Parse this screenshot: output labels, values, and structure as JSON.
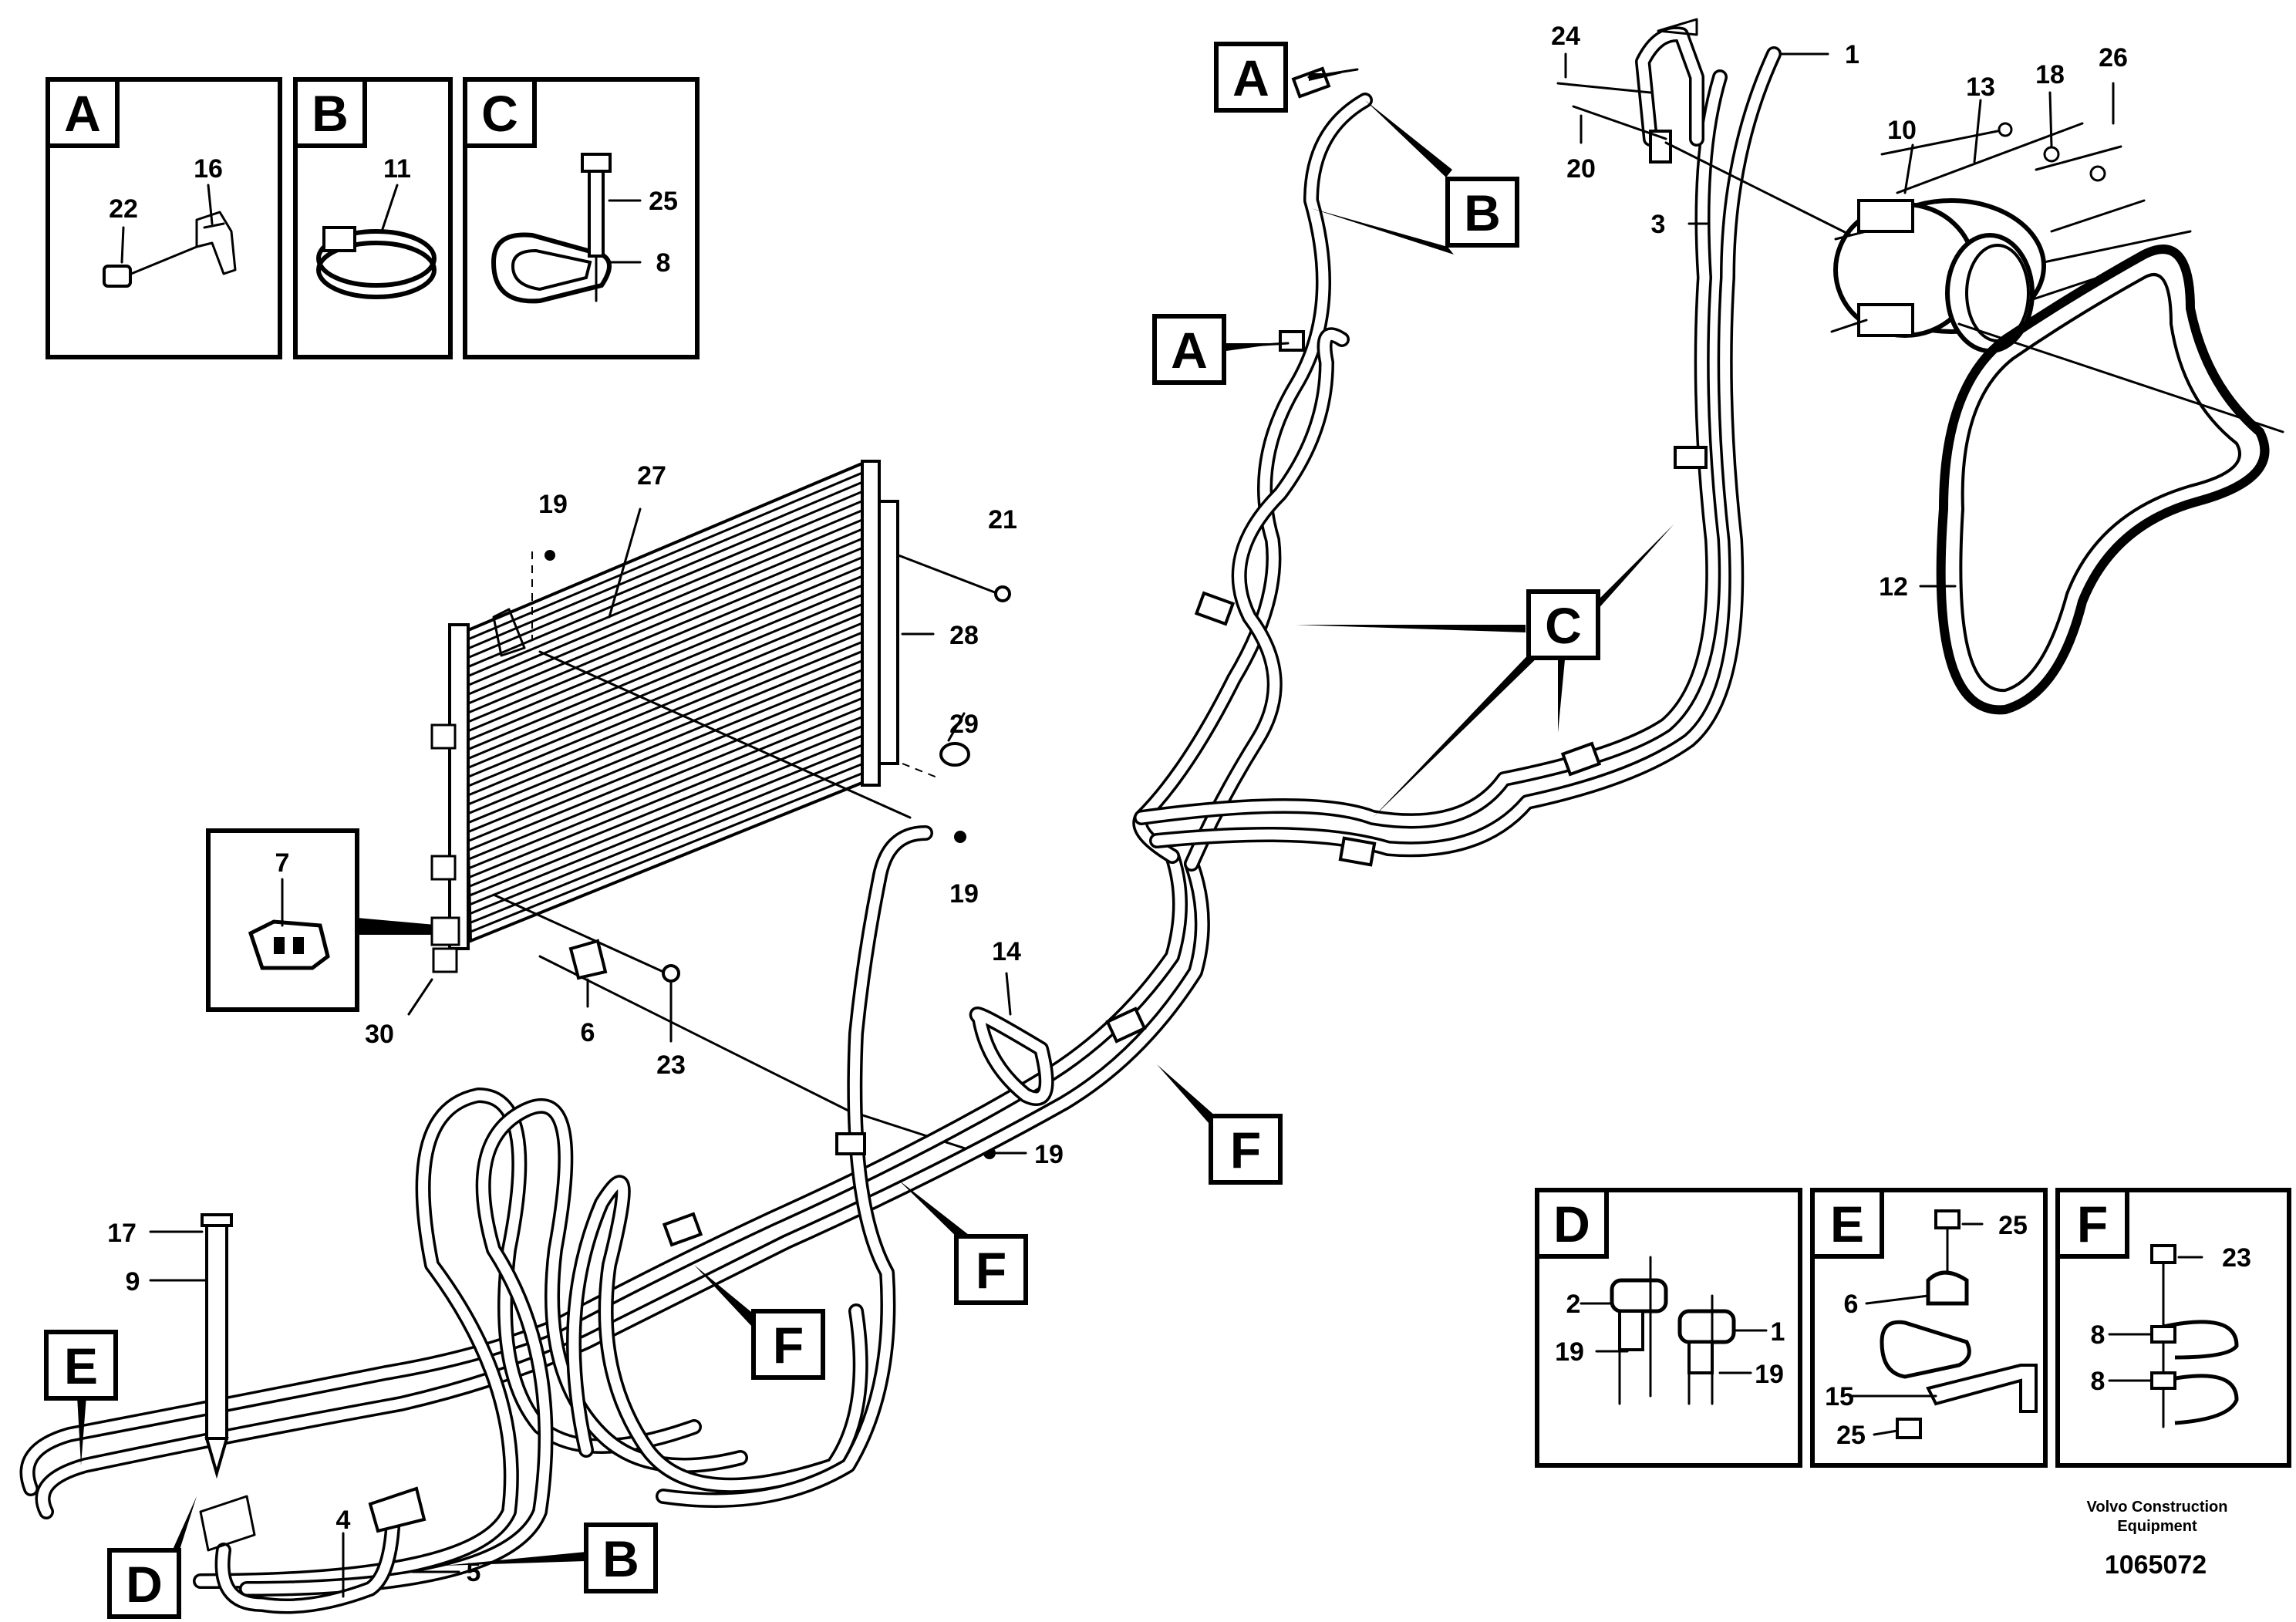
{
  "detail_boxes": {
    "A": "A",
    "B": "B",
    "C": "C",
    "D": "D",
    "E": "E",
    "F": "F"
  },
  "callouts": {
    "A_top": "A",
    "A_mid": "A",
    "B_top": "B",
    "B_bottom": "B",
    "C_mid": "C",
    "D_bottom": "D",
    "E_left": "E",
    "F_1": "F",
    "F_2": "F",
    "F_3": "F"
  },
  "part_numbers": {
    "p1": "1",
    "p3": "3",
    "p4": "4",
    "p5": "5",
    "p6": "6",
    "p7": "7",
    "p9": "9",
    "p10": "10",
    "p12": "12",
    "p13": "13",
    "p14": "14",
    "p17": "17",
    "p18": "18",
    "p19a": "19",
    "p19b": "19",
    "p19c": "19",
    "p20": "20",
    "p21": "21",
    "p23": "23",
    "p24": "24",
    "p26": "26",
    "p27": "27",
    "p28": "28",
    "p29": "29",
    "p30": "30"
  },
  "box_numbers": {
    "A16": "16",
    "A22": "22",
    "B11": "11",
    "C25": "25",
    "C8": "8",
    "D2": "2",
    "D1": "1",
    "D19a": "19",
    "D19b": "19",
    "E25a": "25",
    "E6": "6",
    "E15": "15",
    "E25b": "25",
    "F23": "23",
    "F8a": "8",
    "F8b": "8"
  },
  "footer": {
    "company_line1": "Volvo Construction",
    "company_line2": "Equipment",
    "drawing_number": "1065072"
  }
}
